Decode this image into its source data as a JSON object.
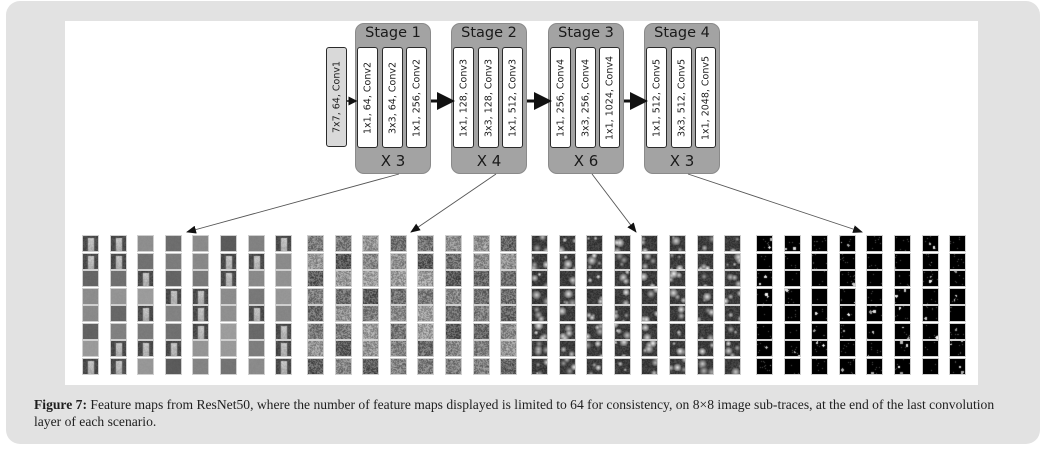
{
  "diagram": {
    "stem": {
      "label": "7x7, 64, Conv1"
    },
    "stages": [
      {
        "title": "Stage 1",
        "repeat": "X 3",
        "layers": [
          "1x1, 64, Conv2",
          "3x3, 64, Conv2",
          "1x1, 256, Conv2"
        ]
      },
      {
        "title": "Stage 2",
        "repeat": "X 4",
        "layers": [
          "1x1, 128, Conv3",
          "3x3, 128, Conv3",
          "1x1, 512, Conv3"
        ]
      },
      {
        "title": "Stage 3",
        "repeat": "X 6",
        "layers": [
          "1x1, 256, Conv4",
          "3x3, 256, Conv4",
          "1x1, 1024, Conv4"
        ]
      },
      {
        "title": "Stage 4",
        "repeat": "X 3",
        "layers": [
          "1x1, 512, Conv5",
          "3x3, 512, Conv5",
          "1x1, 2048, Conv5"
        ]
      }
    ],
    "feature_map_grids": [
      {
        "stage": "Stage 1",
        "rows": 8,
        "cols": 8,
        "style": "smooth-gray"
      },
      {
        "stage": "Stage 2",
        "rows": 8,
        "cols": 8,
        "style": "textured-gray"
      },
      {
        "stage": "Stage 3",
        "rows": 8,
        "cols": 8,
        "style": "dark-blobs"
      },
      {
        "stage": "Stage 4",
        "rows": 8,
        "cols": 8,
        "style": "sparse-spots"
      }
    ],
    "colors": {
      "stage_fill": "#a3a3a3",
      "stem_fill": "#d9d9d9",
      "frame_bg": "#e2e2e2"
    }
  },
  "caption": {
    "label": "Figure 7:",
    "text": " Feature maps from ResNet50, where the number of feature maps displayed is limited to 64 for consistency, on 8×8 image sub-traces, at the end of the last convolution layer of each scenario."
  }
}
